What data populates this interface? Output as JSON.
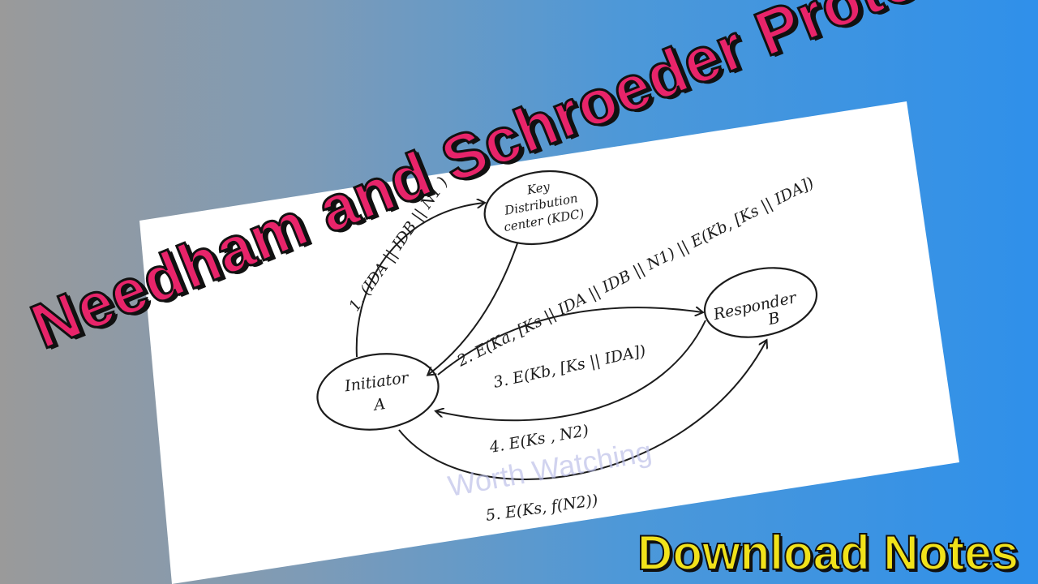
{
  "title": "Needham and Schroeder Protocol",
  "badge": "Download Notes",
  "watermark": "Worth Watching",
  "nodes": {
    "kdc": [
      "Key",
      "Distribution",
      "center (KDC)"
    ],
    "initiator": [
      "Initiator",
      "A"
    ],
    "responder": [
      "Responder",
      "B"
    ]
  },
  "messages": {
    "m1": "1. (IDA || IDB || N1 )",
    "m2a": "2. E(Ka, [Ks || IDA || IDB || N1) || E(Kb, [Ks || IDA])",
    "m3": "3. E(Kb, [Ks || IDA])",
    "m4": "4. E(Ks , N2)",
    "m5": "5. E(Ks, f(N2))"
  },
  "colors": {
    "title": "#e8246a",
    "badge": "#f1e21a",
    "ink": "#1c1c1c"
  }
}
